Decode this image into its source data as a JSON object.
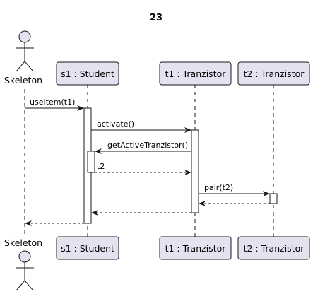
{
  "title": "23",
  "participants": [
    {
      "id": "actor",
      "label": "Skeleton",
      "kind": "actor"
    },
    {
      "id": "s1",
      "label": "s1 : Student",
      "kind": "participant"
    },
    {
      "id": "t1",
      "label": "t1 : Tranzistor",
      "kind": "participant"
    },
    {
      "id": "t2",
      "label": "t2 : Tranzistor",
      "kind": "participant"
    }
  ],
  "messages": [
    {
      "from": "actor",
      "to": "s1",
      "label": "useItem(t1)",
      "style": "solid"
    },
    {
      "from": "s1",
      "to": "t1",
      "label": "activate()",
      "style": "solid"
    },
    {
      "from": "t1",
      "to": "s1",
      "label": "getActiveTranzistor()",
      "style": "solid"
    },
    {
      "from": "s1",
      "to": "t1",
      "label": "t2",
      "style": "dashed"
    },
    {
      "from": "t1",
      "to": "t2",
      "label": "pair(t2)",
      "style": "solid"
    },
    {
      "from": "t2",
      "to": "t1",
      "label": "",
      "style": "dashed"
    },
    {
      "from": "t1",
      "to": "s1",
      "label": "",
      "style": "dashed"
    },
    {
      "from": "s1",
      "to": "actor",
      "label": "",
      "style": "dashed"
    }
  ],
  "colors": {
    "participant_fill": "#E2E2F0",
    "participant_border": "#181818",
    "lifeline": "#181818",
    "activation_fill": "#FFFFFF",
    "text": "#000000"
  }
}
